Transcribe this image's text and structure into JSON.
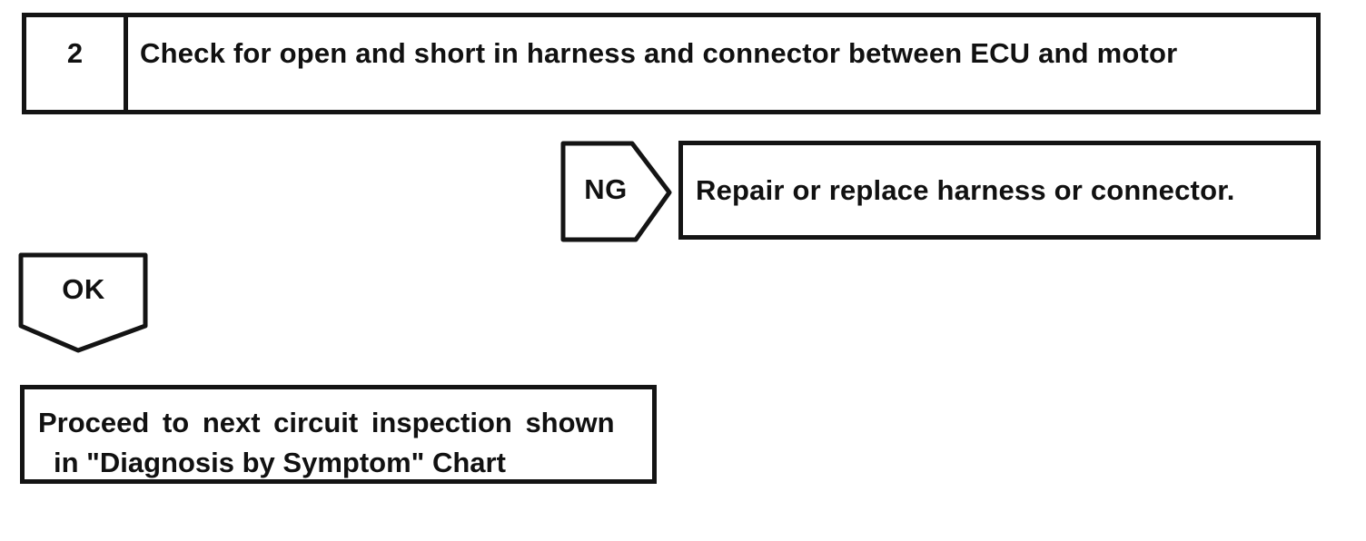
{
  "colors": {
    "ink": "#141414",
    "paper": "#ffffff"
  },
  "step": {
    "number": "2",
    "title": "Check for open and short in harness and connector between ECU and motor"
  },
  "ng_branch": {
    "label": "NG",
    "action": "Repair or replace harness or connector."
  },
  "ok_branch": {
    "label": "OK",
    "action_line1": "Proceed to next circuit inspection shown",
    "action_line2": "in \"Diagnosis by Symptom\" Chart"
  }
}
